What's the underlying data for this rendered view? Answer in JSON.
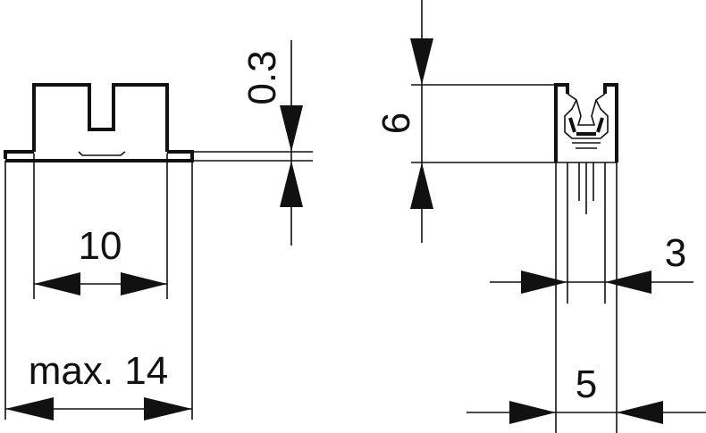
{
  "dimensions": {
    "slot_depth": "0.3",
    "height": "6",
    "inner_width": "10",
    "overall_width": "max. 14",
    "thickness_inner": "3",
    "thickness_outer": "5"
  },
  "colors": {
    "ink": "#111111",
    "background": "#ffffff"
  }
}
